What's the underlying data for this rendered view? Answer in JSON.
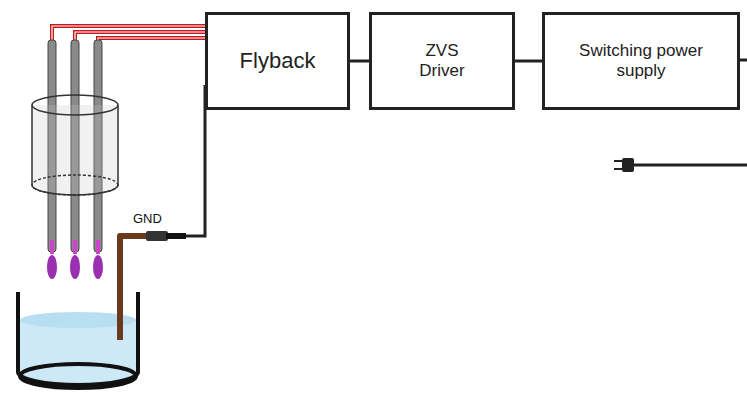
{
  "diagram": {
    "nodes": [
      {
        "text": [
          "Flyback"
        ]
      },
      {
        "text": [
          "ZVS Driver"
        ]
      },
      {
        "text": [
          "Switching power supply"
        ]
      }
    ],
    "edges": [
      {
        "from": 0,
        "to": 1,
        "arrow": "none"
      },
      {
        "from": 1,
        "to": 2,
        "arrow": "none"
      }
    ],
    "labels": [
      "GND"
    ]
  }
}
